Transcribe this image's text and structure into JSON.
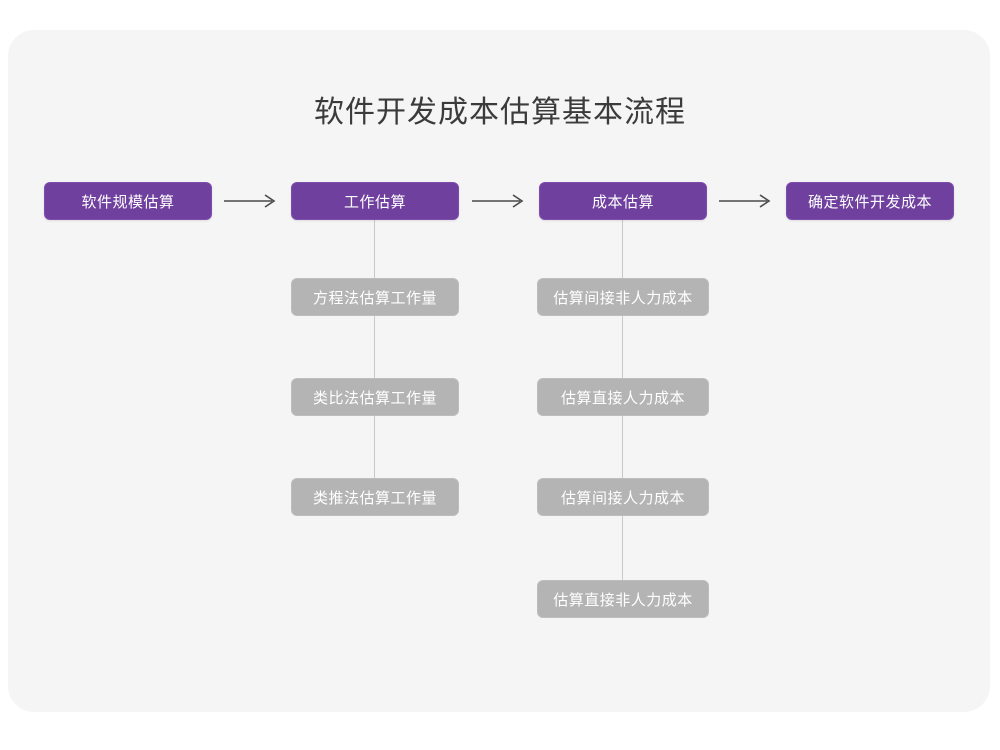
{
  "page": {
    "title": "软件开发成本估算基本流程",
    "background_color": "#ffffff",
    "card_color": "#f5f5f5",
    "primary_color": "#70409f",
    "secondary_color": "#b4b4b4",
    "connector_color": "#c9c9c9",
    "arrow_color": "#4a4a4a"
  },
  "flow": {
    "main_steps": [
      {
        "label": "软件规模估算"
      },
      {
        "label": "工作估算"
      },
      {
        "label": "成本估算"
      },
      {
        "label": "确定软件开发成本"
      }
    ],
    "arrows": [
      {
        "name": "arrow-step1-to-step2"
      },
      {
        "name": "arrow-step2-to-step3"
      },
      {
        "name": "arrow-step3-to-step4"
      }
    ],
    "effort_substeps": [
      {
        "label": "方程法估算工作量"
      },
      {
        "label": "类比法估算工作量"
      },
      {
        "label": "类推法估算工作量"
      }
    ],
    "cost_substeps": [
      {
        "label": "估算间接非人力成本"
      },
      {
        "label": "估算直接人力成本"
      },
      {
        "label": "估算间接人力成本"
      },
      {
        "label": "估算直接非人力成本"
      }
    ]
  }
}
